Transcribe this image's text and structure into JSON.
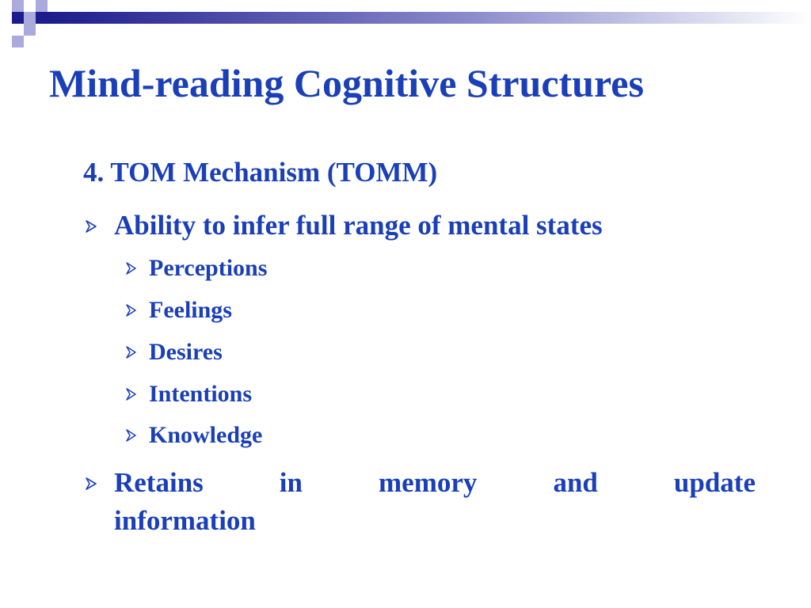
{
  "slide": {
    "title": "Mind-reading Cognitive Structures",
    "subtitle": "4. TOM Mechanism (TOMM)",
    "bullets": [
      {
        "text": "Ability to infer full range of mental states",
        "subitems": [
          {
            "text": "Perceptions"
          },
          {
            "text": "Feelings"
          },
          {
            "text": "Desires"
          },
          {
            "text": "Intentions"
          },
          {
            "text": "Knowledge"
          }
        ]
      },
      {
        "text_line1": "Retains in memory and update",
        "text_line2": "information"
      }
    ]
  },
  "theme": {
    "text_color": "#1a3fb8",
    "deco_dark": "#1c1c8c",
    "deco_light": "#aaaadd",
    "bullet_icon": "arrow-bullet-icon"
  }
}
